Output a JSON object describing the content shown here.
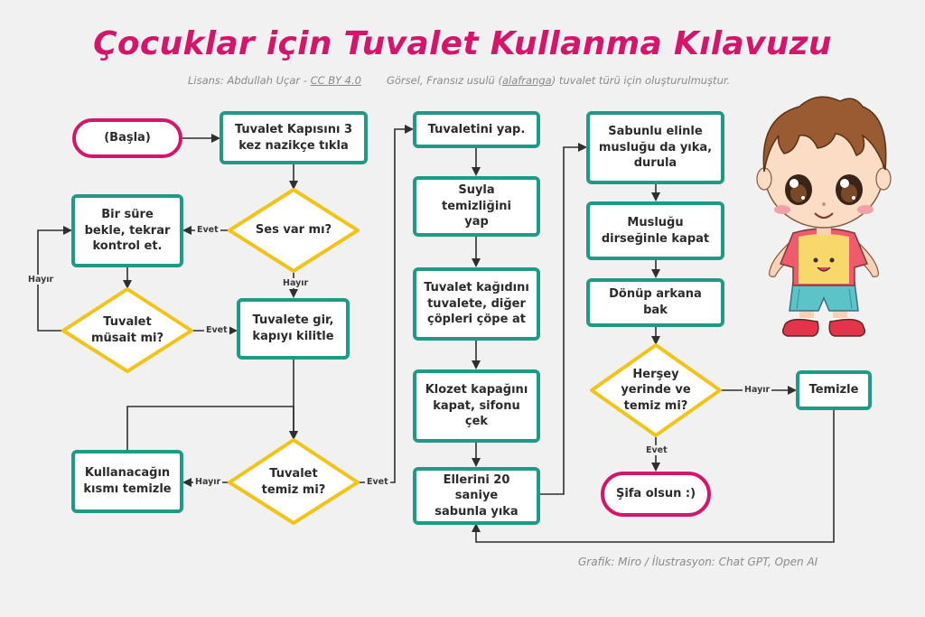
{
  "header": {
    "title": "Çocuklar için Tuvalet Kullanma Kılavuzu",
    "license_prefix": "Lisans: Abdullah Uçar - ",
    "license_link": "CC BY 4.0",
    "note_prefix": "Görsel, Fransız usulü (",
    "note_link": "alafranga",
    "note_suffix": ") tuvalet türü için oluşturulmuştur."
  },
  "footer": {
    "credits": "Grafik: Miro / İlustrasyon: Chat GPT, Open AI"
  },
  "nodes": {
    "start": "(Başla)",
    "knock": "Tuvalet Kapısını 3\nkez nazikçe tıkla",
    "wait": "Bir süre\nbekle, tekrar\nkontrol et.",
    "sound_q": "Ses var mı?",
    "available_q": "Tuvalet\nmüsait mi?",
    "enter": "Tuvalete gir,\nkapıyı kilitle",
    "clean_q": "Tuvalet\ntemiz mi?",
    "clean_part": "Kullanacağın\nkısmı temizle",
    "use": "Tuvaletini yap.",
    "wash_water": "Suyla temizliğini\nyap",
    "paper": "Tuvalet kağıdını\ntuvalete, diğer\nçöpleri çöpe at",
    "flush": "Klozet kapağını\nkapat, sifonu\nçek",
    "wash_hands": "Ellerini 20 saniye\nsabunla yıka",
    "wash_tap": "Sabunlu elinle\nmusluğu da yıka,\ndurula",
    "close_tap": "Musluğu\ndirseğinle kapat",
    "look_back": "Dönüp arkana bak",
    "tidy_q": "Herşey\nyerinde ve\ntemiz mi?",
    "tidy": "Temizle",
    "end": "Şifa olsun :)"
  },
  "edge_labels": {
    "yes": "Evet",
    "no": "Hayır"
  },
  "colors": {
    "process_border": "#1f9a86",
    "decision_border": "#f2c318",
    "terminal_border": "#d4166a",
    "line": "#2f2f2f"
  },
  "illustration": {
    "icon": "cartoon-boy-illustration"
  }
}
